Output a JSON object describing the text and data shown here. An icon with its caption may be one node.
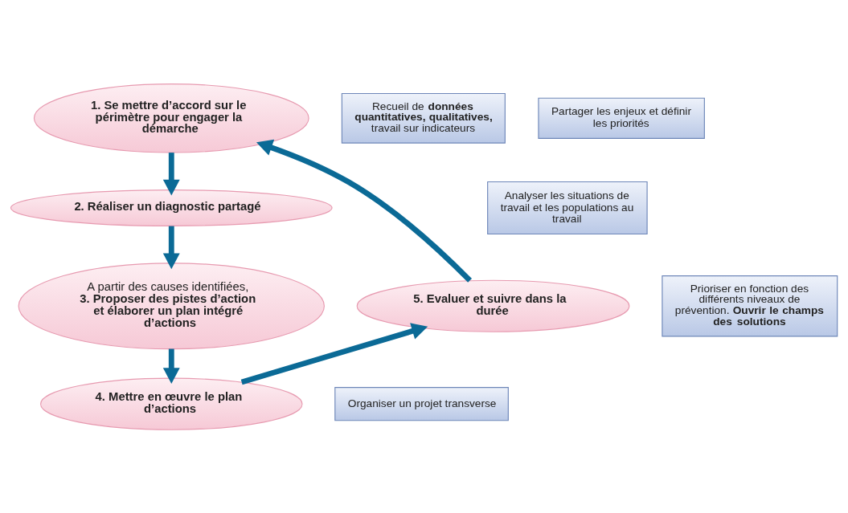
{
  "diagram": {
    "nodes": [
      {
        "text": [
          "1. Se mettre d’accord sur le périmètre pour engager la démarche"
        ]
      },
      {
        "text": [
          "2. Réaliser un diagnostic partagé"
        ]
      },
      {
        "text": [
          "A partir des causes identifiées,",
          "3. Proposer des pistes d’action et élaborer un plan intégré d’actions"
        ]
      },
      {
        "text": [
          "4. Mettre en œuvre le plan d’actions"
        ]
      },
      {
        "text": [
          "5. Evaluer et suivre dans la durée"
        ]
      },
      {
        "text": [
          "Recueil de **données quantitatives, qualitatives,** travail sur indicateurs"
        ]
      },
      {
        "text": [
          "Partager les enjeux et définir les priorités"
        ]
      },
      {
        "text": [
          "Analyser les situations de travail et les populations au travail"
        ]
      },
      {
        "text": [
          "Prioriser en fonction des différents niveaux de prévention. **Ouvrir le champs des solutions**"
        ]
      },
      {
        "text": [
          "Organiser un projet transverse"
        ]
      }
    ],
    "edges": [
      {
        "from": 0,
        "to": 1,
        "arrow": "to"
      },
      {
        "from": 1,
        "to": 2,
        "arrow": "to"
      },
      {
        "from": 2,
        "to": 3,
        "arrow": "to"
      },
      {
        "from": 3,
        "to": 4,
        "arrow": "to"
      },
      {
        "from": 4,
        "to": 0,
        "arrow": "to"
      }
    ]
  }
}
